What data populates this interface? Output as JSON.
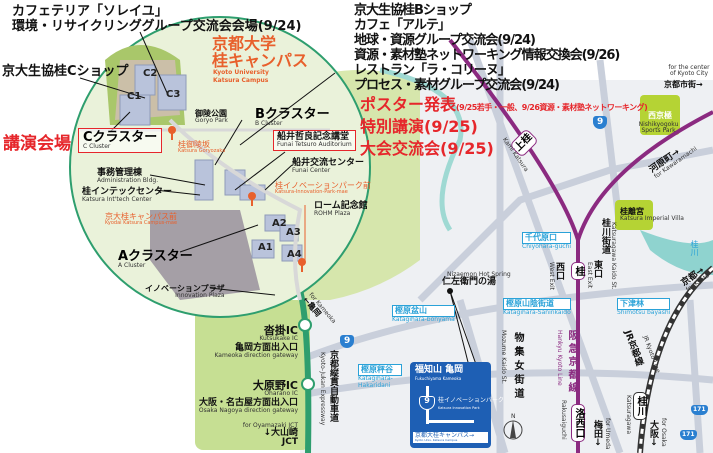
{
  "title": {
    "line1": "京都大学",
    "line2": "桂キャンパス",
    "en1": "Kyoto University",
    "en2": "Katsura Campus"
  },
  "callouts_left": {
    "cafeteria": "カフェテリア「ソレイユ」",
    "env_group": "環境・リサイクリンググループ交流会会場(9/24)",
    "c_shop": "京大生協桂Cショップ"
  },
  "callouts_right": {
    "lines": [
      "京大生協桂Bショップ",
      "カフェ「アルテ」",
      "地球・資源グループ交流会(9/24)",
      "資源・素材塾ネットワーキング情報交換会(9/26)",
      "レストラン「ラ・コリーヌ」",
      "プロセス・素材グループ交流会(9/24)"
    ]
  },
  "events": {
    "poster": "ポスター発表",
    "poster_detail": "(9/25若手・一般、9/26資源・素材塾ネットワーキング)",
    "special": "特別講演(9/25)",
    "banquet": "大会交流会(9/25)",
    "lecture_venue": "講演会場"
  },
  "campus": {
    "c_cluster": {
      "jp": "Cクラスター",
      "en": "C Cluster"
    },
    "b_cluster": {
      "jp": "Bクラスター",
      "en": "B Cluster"
    },
    "a_cluster": {
      "jp": "Aクラスター",
      "en": "A Cluster"
    },
    "goryo_park": {
      "jp": "御陵公園",
      "en": "Goryo Park"
    },
    "funai_aud": {
      "jp": "船井哲良記念講堂",
      "en": "Funai Tetsuro Auditorium"
    },
    "funai_center": {
      "jp": "船井交流センター",
      "en": "Funai Center"
    },
    "admin": {
      "jp": "事務管理棟",
      "en": "Administration Bldg."
    },
    "intech": {
      "jp": "桂インテックセンター",
      "en": "Katsura Int'tech Center"
    },
    "goryozaka": {
      "jp": "桂御陵坂",
      "en": "Katsura Goryozaka"
    },
    "innov_park_mae": {
      "jp": "桂イノベーションパーク前",
      "en": "Katsura-Innovation-Park-mae"
    },
    "rohm": {
      "jp": "ローム記念館",
      "en": "ROHM Plaza"
    },
    "campus_mae": {
      "jp": "京大桂キャンパス前",
      "en": "Kyodai Katsura Campus-mae"
    },
    "innov_plaza": {
      "jp": "イノベーションプラザ",
      "en": "Innovation Plaza"
    },
    "buildings": [
      "C1",
      "C2",
      "C3",
      "A1",
      "A2",
      "A3",
      "A4"
    ]
  },
  "expressway": {
    "kutsukake": {
      "jp": "沓掛IC",
      "en": "Kutsukake IC",
      "gate_jp": "亀岡方面出入口",
      "gate_en": "Kameoka direction gateway"
    },
    "oharano": {
      "jp": "大原野IC",
      "en": "Oharano IC",
      "gate_jp": "大阪・名古屋方面出入口",
      "gate_en": "Osaka Nagoya direction gateway"
    },
    "jct_en": "for Oyamazaki JCT",
    "jct_jp": "↓大山崎",
    "jct": "JCT",
    "name_jp": "京都縦貫自動車道",
    "name_en": "Kyoto-Jukan Expressway",
    "kameoka_en": "for Kameoka",
    "kameoka_jp": "←亀岡"
  },
  "city": {
    "kyoto_center_en": "for the center of Kyoto City",
    "kyoto_center_jp": "京都市街→",
    "nishikyogoku_jp": "西京極",
    "nishikyogoku_en": "Nishikyogoku Sports Park",
    "kamikatsura_jp": "上桂",
    "kamikatsura_en": "Kami Katsura",
    "kawaramachi_jp": "河原町→",
    "kawaramachi_en": "for Kawaramachi",
    "villa_jp": "桂離宮",
    "villa_en": "Katsura Imperial Villa",
    "chiyohara_jp": "千代原口",
    "chiyohara_en": "Chiyohara-guchi",
    "onsen_en": "Nizaemon Hot Spring",
    "onsen_jp": "仁左衛門の湯",
    "bonyama_jp": "樫原盆山",
    "bonyama_en": "Katagihara-bonyama",
    "sanin_jp": "樫原山陰街道",
    "sanin_en": "Katagihara-Saninkaido",
    "shimotsu_jp": "下津林",
    "shimotsu_en": "Shimotsu bayashi",
    "hakari_jp": "樫原秤谷",
    "hakari_en": "Katagihara-Hakaridani",
    "mozume_jp": "物集女街道",
    "mozume_en": "Mozume Kaido St.",
    "hankyu_jp": "阪急京都線",
    "hankyu_en": "Hankyu Kyoto Line",
    "jr_jp": "JR京都線",
    "jr_en": "JR Kyoto Line",
    "katsura_stn": "桂",
    "rakusaiguchi": "洛西口",
    "rakusaiguchi_en": "Rakusaiguchi",
    "katsuragawa_stn": "桂川",
    "katsuragawa_en": "Katsuragawa",
    "east_exit_jp": "東口",
    "east_exit_en": "East Exit",
    "west_exit_jp": "西口",
    "west_exit_en": "West Exit",
    "umeda_jp": "梅田→",
    "umeda_en": "for Umeda",
    "osaka_jp": "大阪→",
    "osaka_en": "for Osaka",
    "kyoto_jp": "京都→",
    "kyoto_en": "for Kyoto",
    "katsura_kaido": "桂川街道",
    "katsura_kaido_en": "Katsuragawa Kaido St.",
    "river": "桂川",
    "route9": "9",
    "route171": "171",
    "compass": "N"
  },
  "sign": {
    "dest1": "福知山",
    "dest2": "亀岡",
    "dest1_en": "Fukuchiyama",
    "dest2_en": "Kameoka",
    "route": "9",
    "park_jp": "桂イノベーションパーク",
    "park_en": "Katsura Innovation Park",
    "campus": "京都大桂キャンパス→",
    "campus_en": "Kyoto Univ. Katsura Campus"
  },
  "colors": {
    "red": "#e6262b",
    "orange": "#e8602c",
    "hankyu": "#8b2a80",
    "green": "#2e9e6e",
    "blue": "#1e5fb4"
  }
}
